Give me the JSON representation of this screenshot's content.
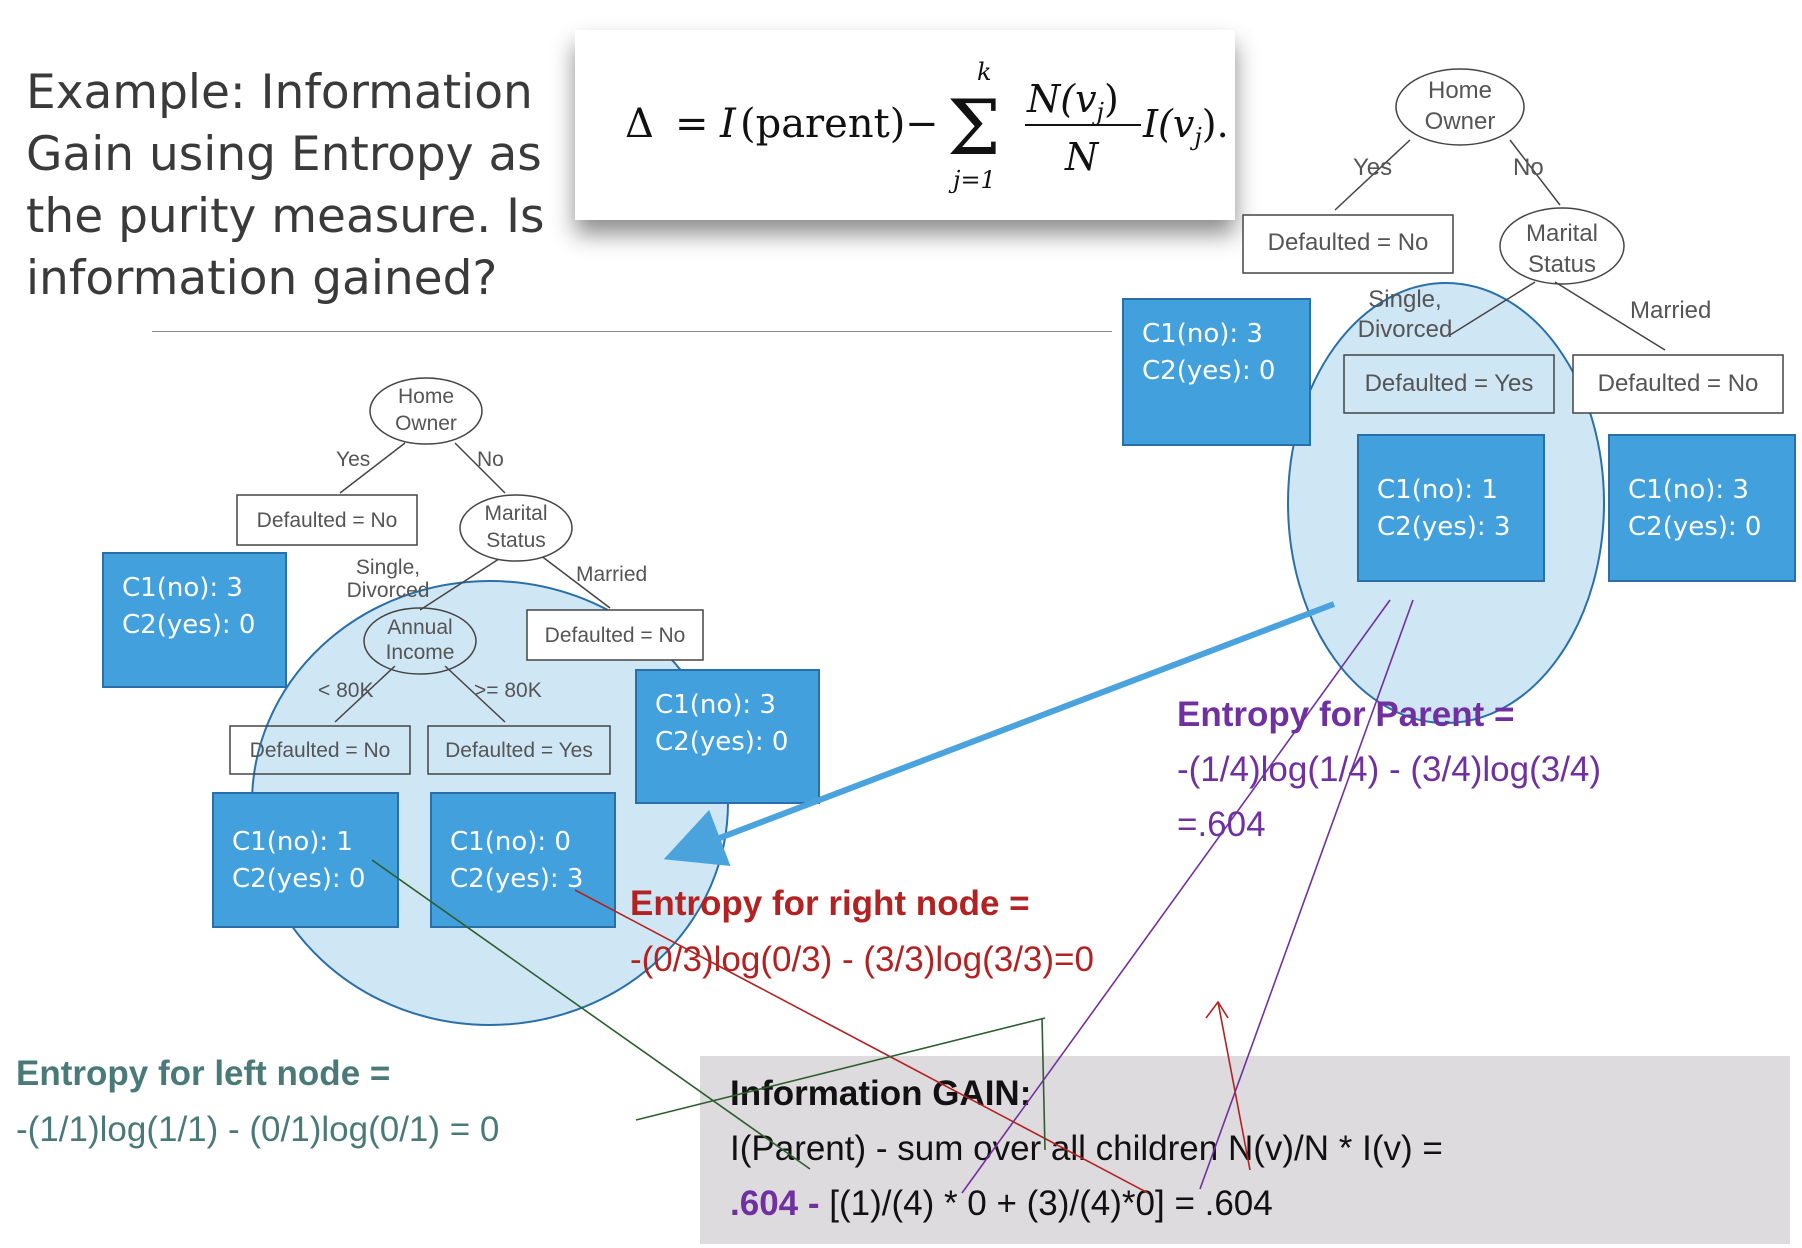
{
  "title": "Example: Information Gain using Entropy as the purity measure. Is information gained?",
  "formula": {
    "delta": "Δ",
    "eq": "=",
    "i": "I",
    "parent": "(parent)",
    "minus": "−",
    "sum_top": "k",
    "sum_sym": "Σ",
    "sum_bottom": "j=1",
    "numerator": "N(v",
    "numerator_sub": "j",
    "numerator_close": ")",
    "denominator": "N",
    "tail": "I(v",
    "tail_sub": "j",
    "tail_close": ")."
  },
  "right_tree": {
    "root": [
      "Home",
      "Owner"
    ],
    "yes": "Yes",
    "no": "No",
    "leaf_left": "Defaulted = No",
    "marital": [
      "Marital",
      "Status"
    ],
    "single": [
      "Single,",
      "Divorced"
    ],
    "married": "Married",
    "leaf_yes": "Defaulted = Yes",
    "leaf_no": "Defaulted = No"
  },
  "left_tree": {
    "root": [
      "Home",
      "Owner"
    ],
    "yes": "Yes",
    "no": "No",
    "leaf_left": "Defaulted = No",
    "marital": [
      "Marital",
      "Status"
    ],
    "single": [
      "Single,",
      "Divorced"
    ],
    "married": "Married",
    "leaf_married": "Defaulted = No",
    "income": [
      "Annual",
      "Income"
    ],
    "lt": "< 80K",
    "ge": ">= 80K",
    "leaf_lt": "Defaulted = No",
    "leaf_ge": "Defaulted = Yes"
  },
  "boxes": {
    "b1": [
      "C1(no): 3",
      "C2(yes): 0"
    ],
    "b2": [
      "C1(no): 1",
      "C2(yes): 3"
    ],
    "b3": [
      "C1(no): 3",
      "C2(yes): 0"
    ],
    "b4": [
      "C1(no): 3",
      "C2(yes): 0"
    ],
    "b5": [
      "C1(no): 3",
      "C2(yes): 0"
    ],
    "b6": [
      "C1(no): 1",
      "C2(yes): 0"
    ],
    "b7": [
      "C1(no): 0",
      "C2(yes): 3"
    ]
  },
  "entropy": {
    "parent_title": "Entropy for Parent =",
    "parent_expr": "-(1/4)log(1/4) - (3/4)log(3/4)",
    "parent_result": "=.604",
    "right_title": "Entropy for right node =",
    "right_expr": "-(0/3)log(0/3) - (3/3)log(3/3)=0",
    "left_title": "Entropy for left node =",
    "left_expr": "-(1/1)log(1/1) - (0/1)log(0/1) = 0"
  },
  "gain": {
    "title": "Information GAIN:",
    "line2": "I(Parent) - sum over all children N(v)/N * I(v)  =",
    "value": ".604 -",
    "line3": " [(1)/(4) * 0  + (3)/(4)*0] = .604"
  },
  "colors": {
    "box": "#42a0dc",
    "circle": "#cfe6f5",
    "arrow": "#4aa3dc",
    "purple": "#7030a0",
    "red": "#b22222",
    "teal": "#4a7a78",
    "green": "#2e5e2e"
  }
}
